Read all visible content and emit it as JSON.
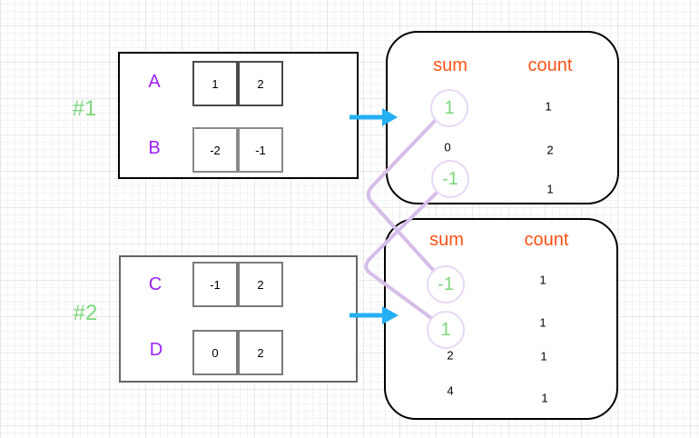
{
  "colors": {
    "green": "#7CD67C",
    "purple": "#9C20F2",
    "orange": "#FF5115",
    "arrow_blue": "#25AFF3",
    "connector_lavender": "#D5BEE8",
    "highlight_circle_stroke": "#E7D8F4"
  },
  "groups": [
    {
      "id": "#1",
      "arrays": [
        {
          "name": "A",
          "values": [
            "1",
            "2"
          ]
        },
        {
          "name": "B",
          "values": [
            "-2",
            "-1"
          ]
        }
      ]
    },
    {
      "id": "#2",
      "arrays": [
        {
          "name": "C",
          "values": [
            "-1",
            "2"
          ]
        },
        {
          "name": "D",
          "values": [
            "0",
            "2"
          ]
        }
      ]
    }
  ],
  "maps": [
    {
      "headers": {
        "sum": "sum",
        "count": "count"
      },
      "rows": [
        {
          "sum": "1",
          "count": "1",
          "highlighted": true
        },
        {
          "sum": "0",
          "count": "2",
          "highlighted": false
        },
        {
          "sum": "-1",
          "count": "1",
          "highlighted": true
        }
      ]
    },
    {
      "headers": {
        "sum": "sum",
        "count": "count"
      },
      "rows": [
        {
          "sum": "-1",
          "count": "1",
          "highlighted": true
        },
        {
          "sum": "1",
          "count": "1",
          "highlighted": true
        },
        {
          "sum": "2",
          "count": "1",
          "highlighted": false
        },
        {
          "sum": "4",
          "count": "1",
          "highlighted": false
        }
      ]
    }
  ],
  "connections": [
    {
      "from": "map1 sum 1",
      "to": "map2 sum -1"
    },
    {
      "from": "map1 sum -1",
      "to": "map2 sum 1"
    }
  ]
}
